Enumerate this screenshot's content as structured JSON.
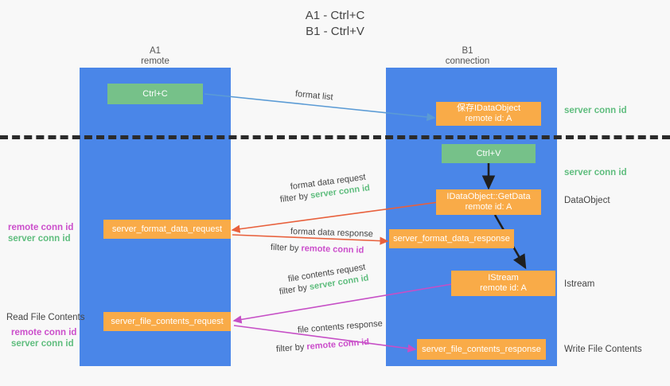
{
  "title": {
    "line1": "A1 - Ctrl+C",
    "line2": "B1 - Ctrl+V"
  },
  "lanes": [
    {
      "name": "A1",
      "sub": "remote"
    },
    {
      "name": "B1",
      "sub": "connection"
    }
  ],
  "boxes": {
    "ctrl_c": "Ctrl+C",
    "ctrl_v": "Ctrl+V",
    "save_dataobject_line1": "保存IDataObject",
    "save_dataobject_line2": "remote id: A",
    "getdata_line1": "IDataObject::GetData",
    "getdata_line2": "remote id: A",
    "istream_line1": "IStream",
    "istream_line2": "remote id: A",
    "server_format_data_request": "server_format_data_request",
    "server_format_data_response": "server_format_data_response",
    "server_file_contents_request": "server_file_contents_request",
    "server_file_contents_response": "server_file_contents_response"
  },
  "edges": {
    "format_list": "format list",
    "format_data_request": "format data request",
    "format_data_request_filter_prefix": "filter by ",
    "format_data_request_filter_value": "server conn id",
    "format_data_response": "format data response",
    "format_data_response_filter_prefix": "filter by ",
    "format_data_response_filter_value": "remote conn id",
    "file_contents_request": "file contents request",
    "file_contents_request_filter_prefix": "filter by ",
    "file_contents_request_filter_value": "server conn id",
    "file_contents_response": "file contents response",
    "file_contents_response_filter_prefix": "filter by ",
    "file_contents_response_filter_value": "remote conn id"
  },
  "right_labels": {
    "server_conn_id_top": "server conn id",
    "server_conn_id_mid": "server conn id",
    "dataobject": "DataObject",
    "istream": "Istream",
    "write_file_contents": "Write File Contents"
  },
  "left_labels": {
    "remote_conn_id_upper": "remote conn id",
    "server_conn_id_upper": "server conn id",
    "read_file_contents": "Read File Contents",
    "remote_conn_id_lower": "remote conn id",
    "server_conn_id_lower": "server conn id"
  },
  "colors": {
    "lane": "#4a86e8",
    "orange": "#f9ab48",
    "green_box": "#76c189",
    "green_text": "#5fbd7e",
    "magenta_text": "#cb4ecb",
    "blue_arrow": "#5b9bd5",
    "red_arrow": "#e8603c",
    "magenta_arrow": "#c64fc6",
    "black_arrow": "#1f1f1f",
    "background": "#f8f8f8"
  }
}
